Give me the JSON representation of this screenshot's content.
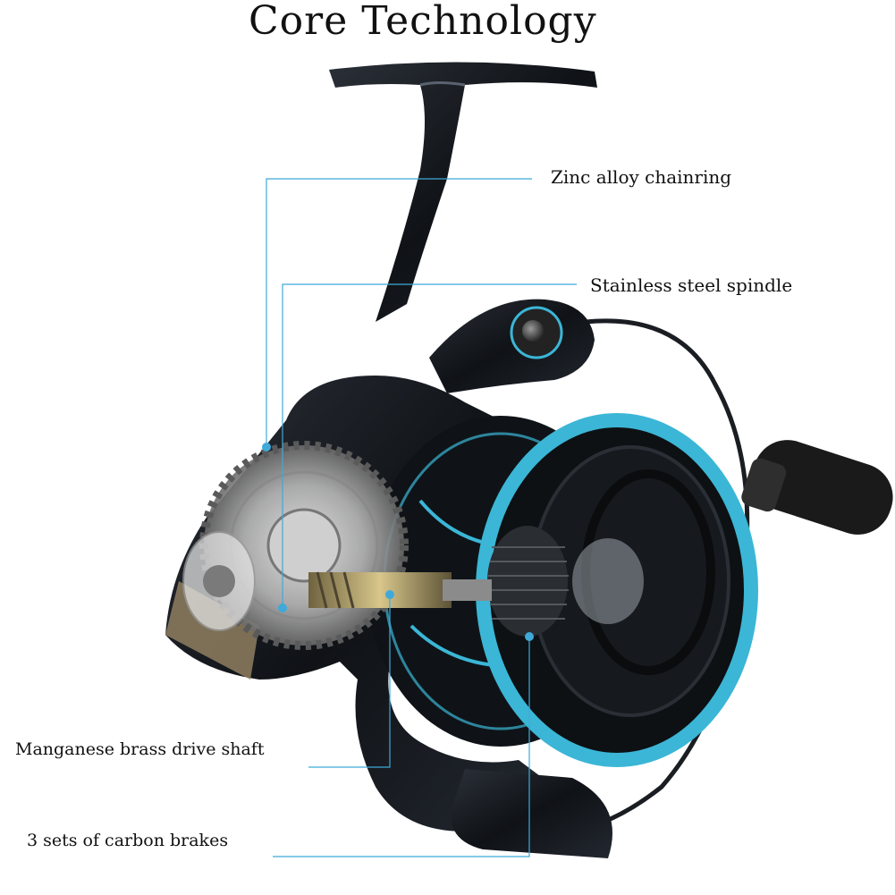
{
  "title": "Core Technology",
  "callouts": {
    "zinc_alloy_chainring": "Zinc alloy chainring",
    "stainless_steel_spindle": "Stainless steel spindle",
    "manganese_brass_drive_shaft": "Manganese brass drive shaft",
    "carbon_brakes": "3 sets of carbon brakes"
  },
  "colors": {
    "accent_blue": "#3fa9d9",
    "reel_body": "#15181d",
    "spool_ring": "#3bb6d6",
    "brass": "#b8a36a"
  }
}
